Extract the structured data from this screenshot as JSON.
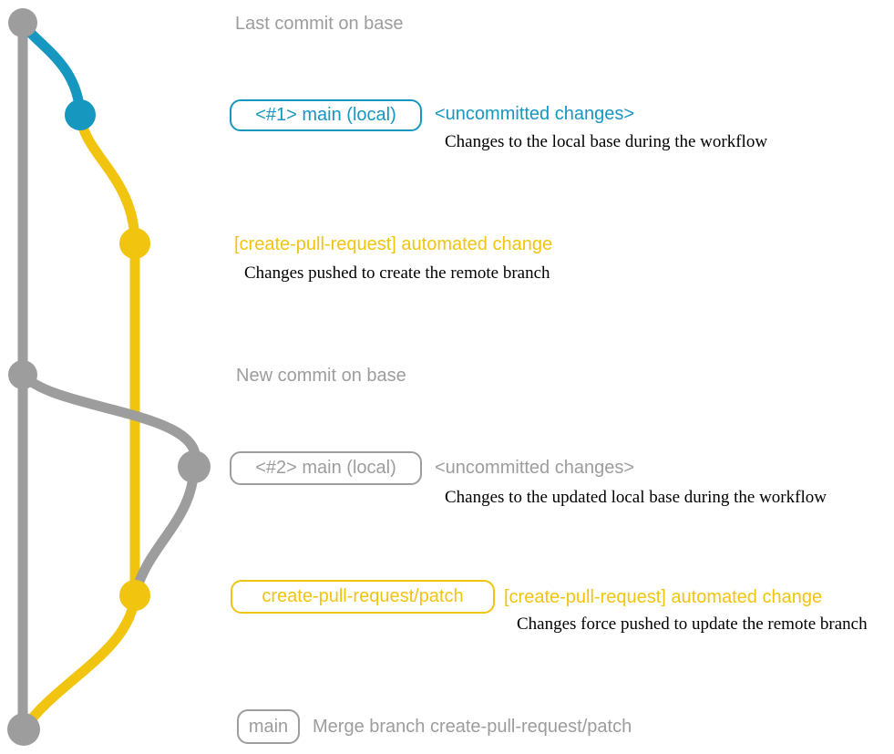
{
  "colors": {
    "gray": "#9d9d9d",
    "blue": "#1697c0",
    "yellow": "#f1c40f",
    "note": "#000000",
    "background": "#ffffff"
  },
  "graph": {
    "commits": [
      {
        "name": "base-last-commit",
        "color": "gray"
      },
      {
        "name": "main-local-commit-1",
        "color": "blue"
      },
      {
        "name": "patch-commit-1",
        "color": "yellow"
      },
      {
        "name": "base-new-commit",
        "color": "gray"
      },
      {
        "name": "main-local-commit-2",
        "color": "gray"
      },
      {
        "name": "patch-commit-2",
        "color": "yellow"
      },
      {
        "name": "merge-commit",
        "color": "gray"
      }
    ]
  },
  "rows": {
    "row1": {
      "label": "Last commit on base"
    },
    "row2": {
      "badge": "<#1> main (local)",
      "title": "<uncommitted changes>",
      "note": "Changes to the local base during the workflow"
    },
    "row3": {
      "title": "[create-pull-request] automated change",
      "note": "Changes pushed to create the remote branch"
    },
    "row4": {
      "label": "New commit on base"
    },
    "row5": {
      "badge": "<#2> main (local)",
      "title": "<uncommitted changes>",
      "note": "Changes to the updated local base during the workflow"
    },
    "row6": {
      "badge": "create-pull-request/patch",
      "title": "[create-pull-request] automated change",
      "note": "Changes force pushed to update the remote branch"
    },
    "row7": {
      "badge": "main",
      "label": "Merge branch create-pull-request/patch"
    }
  }
}
